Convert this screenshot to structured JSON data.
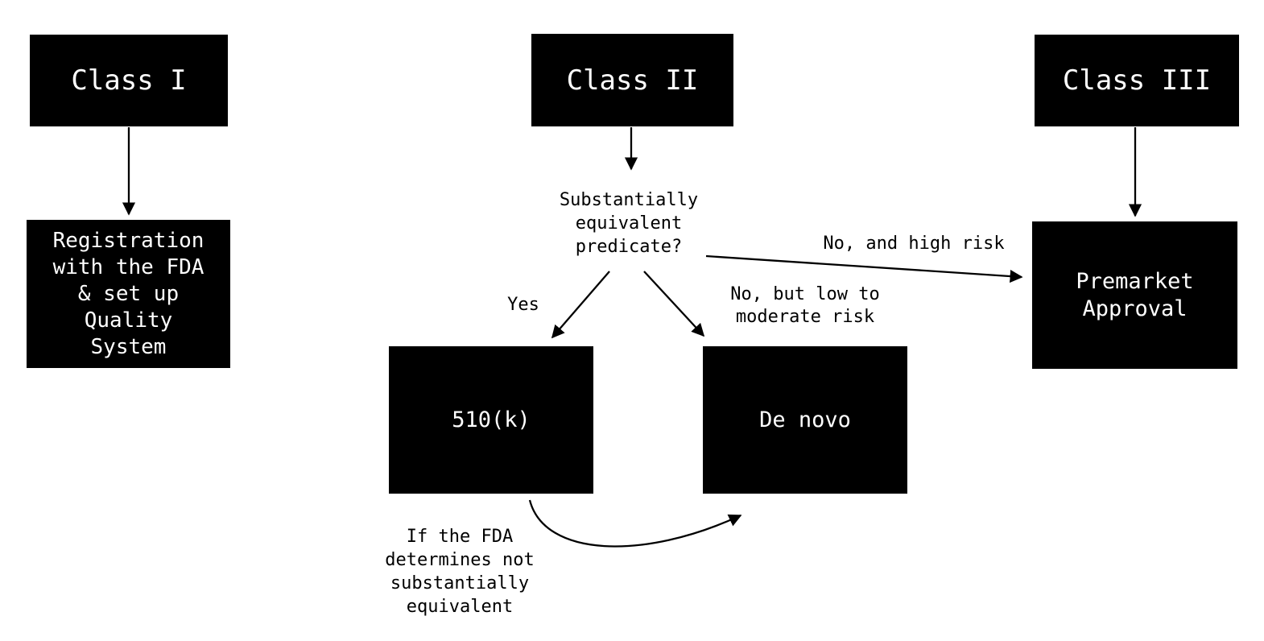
{
  "diagram": {
    "title": "FDA device classification pathways flowchart",
    "nodes": {
      "class_i": {
        "label": "Class I"
      },
      "class_ii": {
        "label": "Class II"
      },
      "class_iii": {
        "label": "Class III"
      },
      "registration": {
        "label": "Registration\nwith the FDA\n& set up\nQuality\nSystem"
      },
      "decision": {
        "label": "Substantially\nequivalent\npredicate?"
      },
      "five_ten_k": {
        "label": "510(k)"
      },
      "de_novo": {
        "label": "De novo"
      },
      "premarket": {
        "label": "Premarket\nApproval"
      }
    },
    "edge_labels": {
      "yes": {
        "label": "Yes"
      },
      "no_low_moderate": {
        "label": "No, but low to\nmoderate risk"
      },
      "no_high_risk": {
        "label": "No, and high risk"
      },
      "not_equivalent": {
        "label": "If the FDA\ndetermines not\nsubstantially\nequivalent"
      }
    },
    "colors": {
      "box_background": "#000000",
      "box_text": "#ffffff",
      "connector": "#000000",
      "page_background": "#ffffff"
    }
  }
}
